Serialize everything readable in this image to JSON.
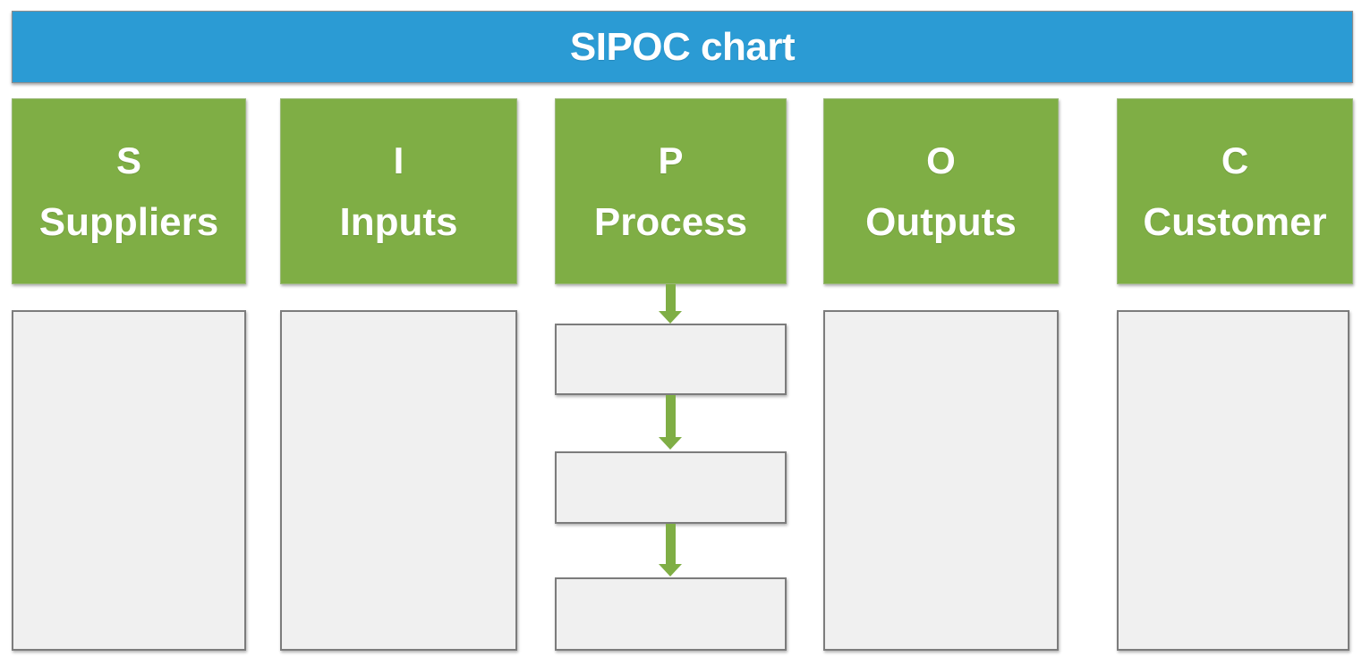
{
  "header": {
    "title": "SIPOC chart",
    "bar_color": "#2B9BD4",
    "text_color": "#FFFFFF"
  },
  "theme": {
    "accent_blue": "#2B9BD4",
    "accent_green": "#7FAE45",
    "panel_fill": "#F0F0F0",
    "panel_border": "#7C7C7C"
  },
  "columns": [
    {
      "letter": "S",
      "word": "Suppliers",
      "content": ""
    },
    {
      "letter": "I",
      "word": "Inputs",
      "content": ""
    },
    {
      "letter": "P",
      "word": "Process",
      "content": ""
    },
    {
      "letter": "O",
      "word": "Outputs",
      "content": ""
    },
    {
      "letter": "C",
      "word": "Customer",
      "content": ""
    }
  ],
  "process_steps": [
    {
      "label": ""
    },
    {
      "label": ""
    },
    {
      "label": ""
    }
  ],
  "chart_data": {
    "type": "diagram",
    "title": "SIPOC chart",
    "diagram_kind": "SIPOC template",
    "column_headers": [
      "S Suppliers",
      "I Inputs",
      "P Process",
      "O Outputs",
      "C Customer"
    ],
    "column_letters": [
      "S",
      "I",
      "P",
      "O",
      "C"
    ],
    "column_words": [
      "Suppliers",
      "Inputs",
      "Process",
      "Outputs",
      "Customer"
    ],
    "column_contents": [
      "",
      "",
      "",
      "",
      ""
    ],
    "process_step_count": 3,
    "process_step_labels": [
      "",
      "",
      ""
    ],
    "arrow_count": 3,
    "arrow_direction": "down",
    "notes": "Blank SIPOC template: five green column headers over empty light-grey panels; the Process column contains three empty boxes connected top-to-bottom by green arrows."
  }
}
